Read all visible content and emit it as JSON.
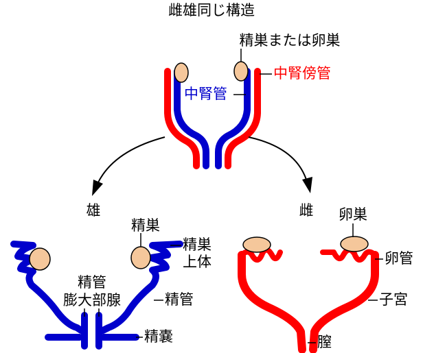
{
  "title": "雌雄同じ構造",
  "top": {
    "gonad_label": "精巣または卵巣",
    "mullerian_label": "中腎傍管",
    "wolffian_label": "中腎管"
  },
  "male": {
    "heading": "雄",
    "testis": "精巣",
    "epididymis_line1": "精巣",
    "epididymis_line2": "上体",
    "ampulla_line1": "精管",
    "ampulla_line2": "膨大部腺",
    "vas_deferens": "精管",
    "seminal_vesicle": "精嚢"
  },
  "female": {
    "heading": "雌",
    "ovary": "卵巣",
    "oviduct": "卵管",
    "uterus": "子宮",
    "vagina": "膣"
  },
  "colors": {
    "red_duct": "#ff0000",
    "blue_duct": "#0000cc",
    "gonad": "#f5c79b"
  }
}
